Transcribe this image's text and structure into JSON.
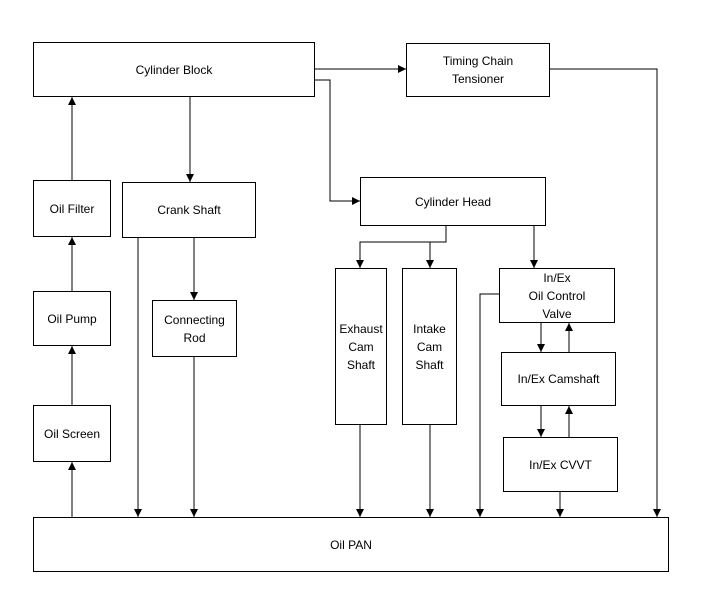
{
  "nodes": {
    "cylinder_block": {
      "label": "Cylinder Block"
    },
    "timing_chain_tensioner": {
      "lines": [
        "Timing Chain",
        "Tensioner"
      ]
    },
    "oil_filter": {
      "label": "Oil Filter"
    },
    "crank_shaft": {
      "label": "Crank Shaft"
    },
    "cylinder_head": {
      "label": "Cylinder Head"
    },
    "oil_pump": {
      "label": "Oil Pump"
    },
    "connecting_rod": {
      "lines": [
        "Connecting",
        "Rod"
      ]
    },
    "exhaust_cam_shaft": {
      "lines": [
        "Exhaust",
        "Cam",
        "Shaft"
      ]
    },
    "intake_cam_shaft": {
      "lines": [
        "Intake",
        "Cam",
        "Shaft"
      ]
    },
    "oil_control_valve": {
      "lines": [
        "In/Ex",
        "Oil Control",
        "Valve"
      ]
    },
    "camshaft": {
      "label": "In/Ex Camshaft"
    },
    "oil_screen": {
      "label": "Oil Screen"
    },
    "cvvt": {
      "label": "In/Ex CVVT"
    },
    "oil_pan": {
      "label": "Oil PAN"
    }
  },
  "colors": {
    "stroke": "#000000",
    "fill": "#ffffff"
  }
}
